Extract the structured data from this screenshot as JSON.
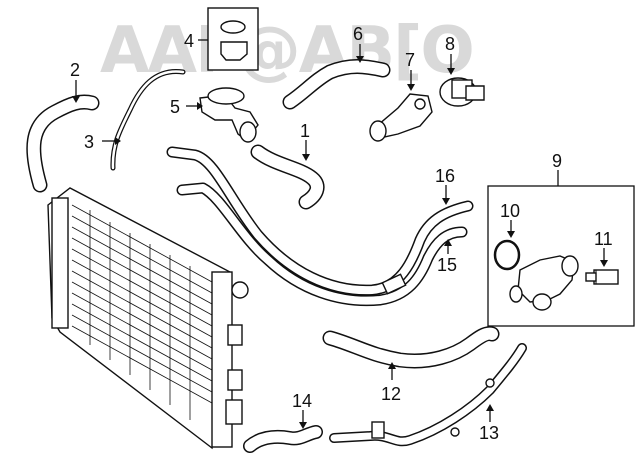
{
  "diagram": {
    "watermark": "AAF@AB[O",
    "callouts": [
      {
        "id": "c1",
        "label": "1"
      },
      {
        "id": "c2",
        "label": "2"
      },
      {
        "id": "c3",
        "label": "3"
      },
      {
        "id": "c4",
        "label": "4"
      },
      {
        "id": "c5",
        "label": "5"
      },
      {
        "id": "c6",
        "label": "6"
      },
      {
        "id": "c7",
        "label": "7"
      },
      {
        "id": "c8",
        "label": "8"
      },
      {
        "id": "c9",
        "label": "9"
      },
      {
        "id": "c10",
        "label": "10"
      },
      {
        "id": "c11",
        "label": "11"
      },
      {
        "id": "c12",
        "label": "12"
      },
      {
        "id": "c13",
        "label": "13"
      },
      {
        "id": "c14",
        "label": "14"
      },
      {
        "id": "c15",
        "label": "15"
      },
      {
        "id": "c16",
        "label": "16"
      }
    ]
  }
}
